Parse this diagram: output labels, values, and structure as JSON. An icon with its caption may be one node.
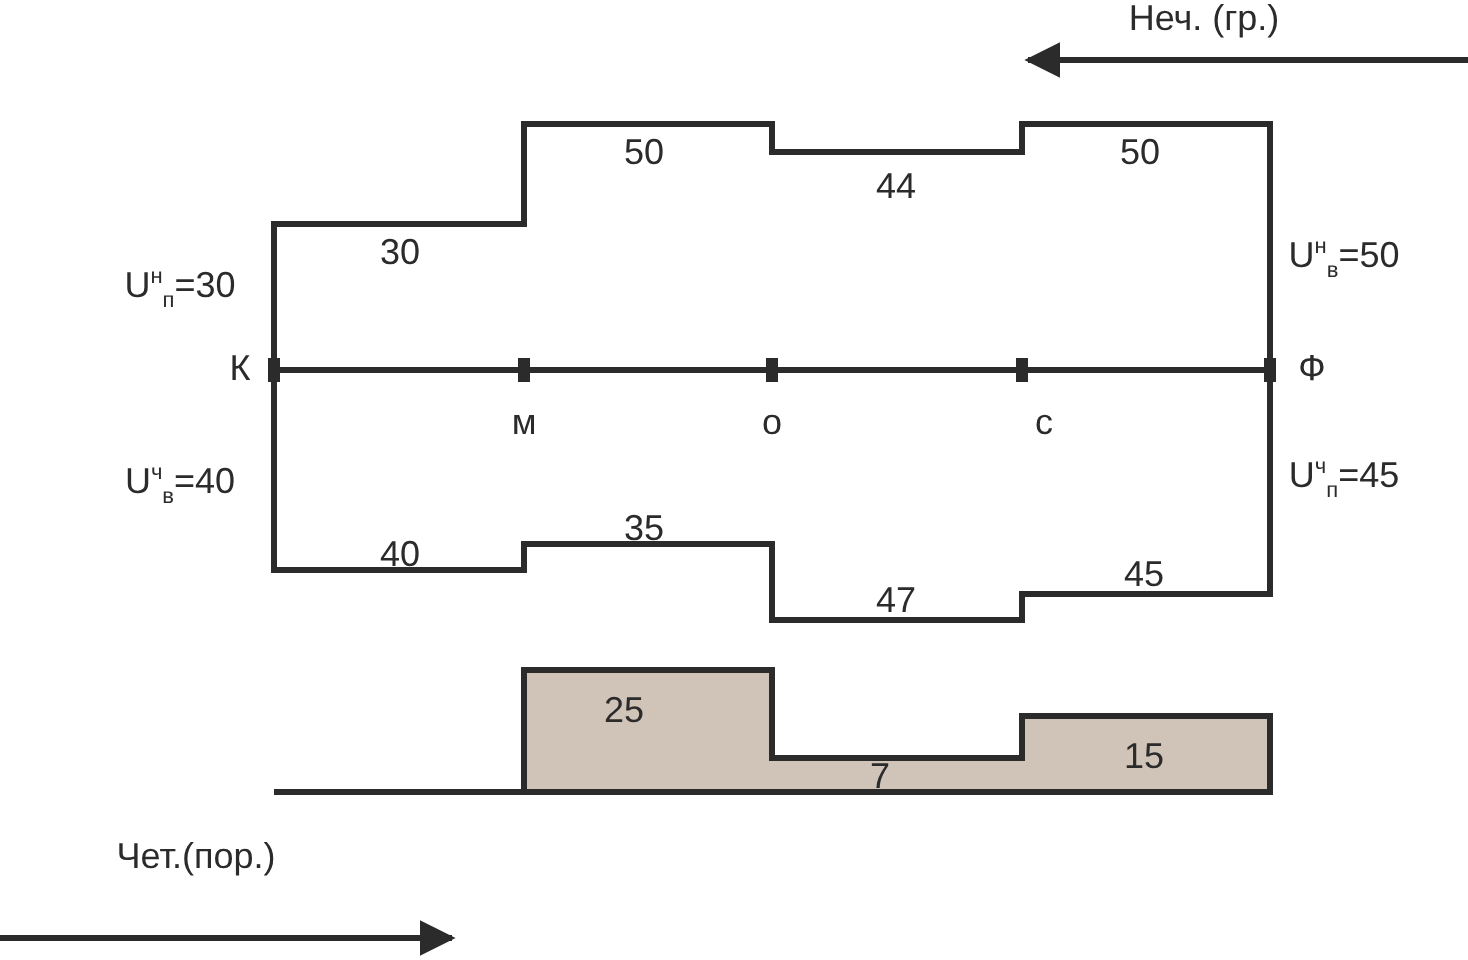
{
  "diagram": {
    "labels": [
      "Неч. (гр.)",
      "50",
      "50",
      "44",
      "30",
      "U$^{н}$$_{п}$=30",
      "U$^{н}$$_{в}$=50",
      "К",
      "Ф",
      "м",
      "о",
      "с",
      "U$^{ч}$$_{в}$=40",
      "U$^{ч}$$_{п}$=45",
      "40",
      "35",
      "45",
      "47",
      "25",
      "15",
      "7",
      "Чет.(пор.)"
    ]
  }
}
